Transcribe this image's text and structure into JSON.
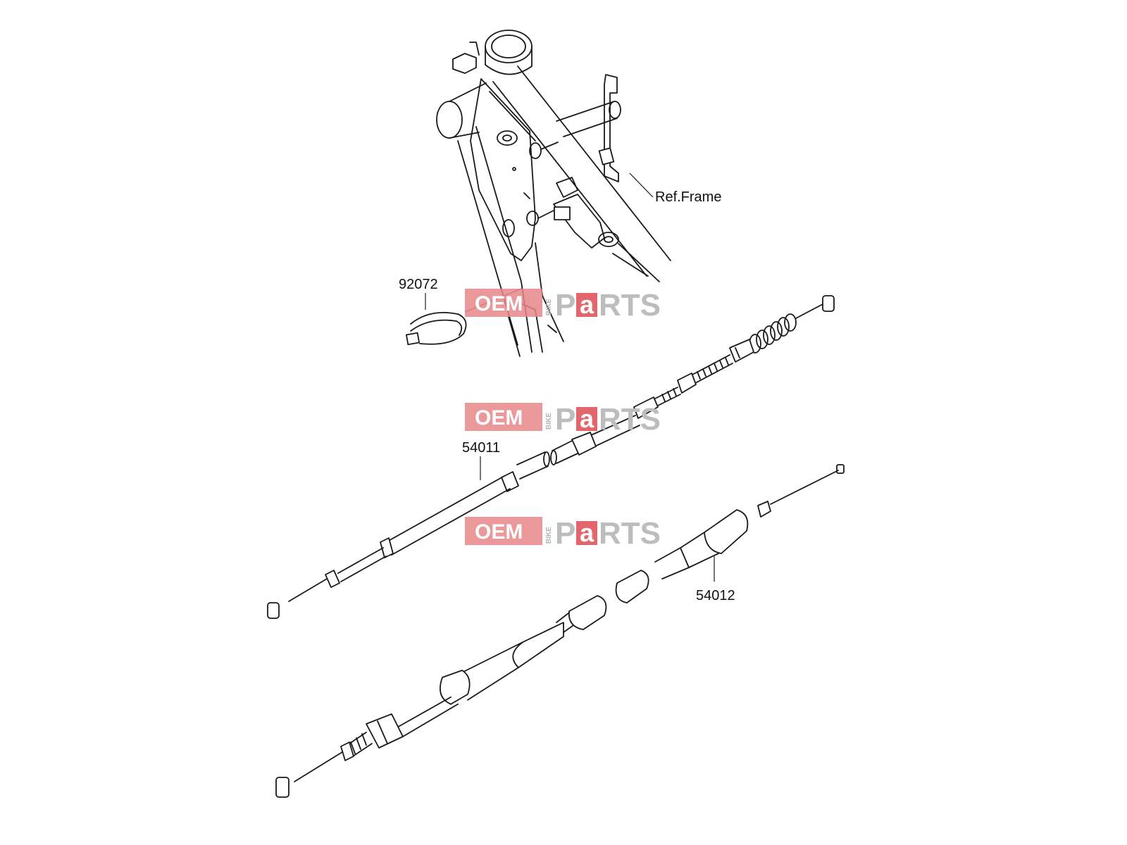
{
  "diagram": {
    "labels": {
      "ref_frame": "Ref.Frame",
      "clamp": "92072",
      "cable_1": "54011",
      "cable_2": "54012"
    }
  },
  "watermark": {
    "oem": "OEM",
    "bike": "BIKE",
    "p": "P",
    "a": "a",
    "rts": "RTS"
  }
}
